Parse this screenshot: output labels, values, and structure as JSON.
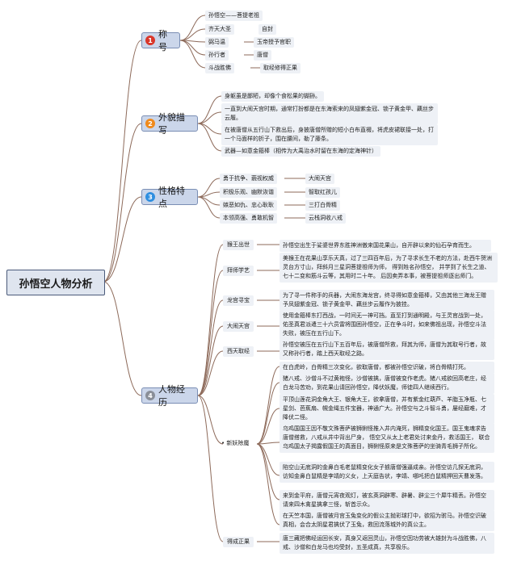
{
  "title": "孙悟空人物分析",
  "colors": {
    "line": "#8d6a5a",
    "badge1": "#d9372b",
    "badge2": "#f08a1c",
    "badge3": "#2f8fe0",
    "badge4": "#8a8f98"
  },
  "categories": [
    {
      "label": "称号",
      "badge": "1",
      "items": [
        {
          "left": "孙悟空——菩提老祖",
          "right": ""
        },
        {
          "left": "齐天大圣",
          "right": "自封"
        },
        {
          "left": "弼马温",
          "right": "玉帝授予官职"
        },
        {
          "left": "孙行者",
          "right": "唐僧"
        },
        {
          "left": "斗战胜佛",
          "right": "取经修得正果"
        }
      ]
    },
    {
      "label": "外貌描写",
      "badge": "2",
      "items": [
        "身躯虽是鄙陋，却像个食松果的猢狲。",
        "一直到大闹天宫时期，通常打扮都是在东海索来的凤翅紫金冠、锁子黄金甲、藕丝步云履。",
        "在被唐僧从五行山下救出后，身披唐僧所赠的短小白布直裰，将虎皮裙联接一处，打一个马面样的折子，围在腰间，勒了藤条。",
        "武器—如意金箍棒（相传为大禹治水时留在东海的定海神针）"
      ]
    },
    {
      "label": "性格特点",
      "badge": "3",
      "items": [
        {
          "left": "勇于抗争、藐视权威",
          "right": "大闹天宫"
        },
        {
          "left": "积极乐观、幽默诙谐",
          "right": "智取红孩儿"
        },
        {
          "left": "嫉恶如仇、忠心耿耿",
          "right": "三打白骨精"
        },
        {
          "left": "本领高强、勇敢机智",
          "right": "云栈洞收八戒"
        }
      ]
    },
    {
      "label": "人物经历",
      "badge": "4",
      "items": [
        {
          "label": "猴王出世",
          "texts": [
            "孙悟空出生于娑婆世界东胜神洲傲来国花果山，自开辟以来的仙石孕育而生。"
          ]
        },
        {
          "label": "拜师学艺",
          "texts": [
            "美猴王在花果山享乐天真，过了三四百年后，为了寻求长生不老的方法，赴西牛贺洲灵台方寸山，拜斜月三星洞菩提祖师为师， 得到姓名孙悟空， 并学到了长生之道、七十二变和筋斗云等，其用时二十年。 后因卖弄本事，被菩提祖师逐出师门。"
          ]
        },
        {
          "label": "龙宫寻宝",
          "texts": [
            "为了寻一件称手的兵器，大闹东海龙宫，终寻得如意金箍棒，又由其他三海龙王赠予凤翅紫金冠、锁子黄金甲、藕丝步云履作为披挂。"
          ]
        },
        {
          "label": "大闹天宫",
          "texts": [
            "使用金箍棒东打西战，一时间无一神可挡。直至打到通明殿，与王灵官战到一处，佑圣真君派遣三十六员雷将围困孙悟空，正在争斗时，如来佛祖出现，孙悟空斗法失败，被压在五行山下。"
          ]
        },
        {
          "label": "西天取经",
          "texts": [
            "孙悟空被压在五行山下五百年后，被唐僧所救，拜其为师，唐僧为其取号行者，故又称孙行者，踏上西天取经之路。"
          ]
        },
        {
          "label": "新妖除魔",
          "texts": [
            "在白虎岭，白骨精三次变化，欲取唐僧，都被孙悟空识破，将白骨精打死。",
            "猪八戒、沙僧斗不过黄袍怪，沙僧被擒，唐僧被变作老虎。猪八戒欲回高老庄，经白龙马苦劝，到花果山请回孙悟空，降伏妖魔，师徒四人继续西行。",
            "平顶山莲花洞金角大王、银角大王，欲拿唐僧，并有紫金红葫芦、羊脂玉净瓶、七星剑、芭蕉扇、幌金绳五件宝器，神通广大。孙悟空与之斗智斗勇，屡经磨难，才降伏二怪。",
            "乌鸡国国王因不敬文殊菩萨被狮猁怪推入井内淹死，狮精变化国王。国王鬼魂求告唐僧搭救，八戒从井中背出尸身， 悟空又从太上老君处讨来金丹，救活国王， 联合乌鸡国太子揭露假国王的真面目，狮猁怪原来是文殊菩萨的坐骑青毛狮子所化。",
            "陷空山无底洞的金鼻白毛老鼠精变化女子掳唐僧强逼成亲。孙悟空访几探无底洞，访知金鼻白鼠精是李靖的义女，上天庭告状，李靖、哪吒把白鼠精押回天曹发落。",
            "来到金平府，唐僧元宵夜观灯，被玄英洞辟寒、辟暑、辟尘三个犀牛精丢。孙悟空请来四木禽星擒拿三怪，斩首示众。",
            "在天竺本国，唐僧被月宫玉兔变化的假公主抛彩球打中，欲招为驸马。孙悟空识破真相，会合太阴星君擒伏了玉兔，救回流落城外的真公主。"
          ]
        },
        {
          "label": "得成正果",
          "texts": [
            "唐三藏把佛经运回长安，真身又返回灵山，孙悟空因功劳被大雄封为斗战胜佛，八戒、沙僧和白龙马也均受封，五圣成真，共享极乐。"
          ]
        }
      ]
    }
  ]
}
